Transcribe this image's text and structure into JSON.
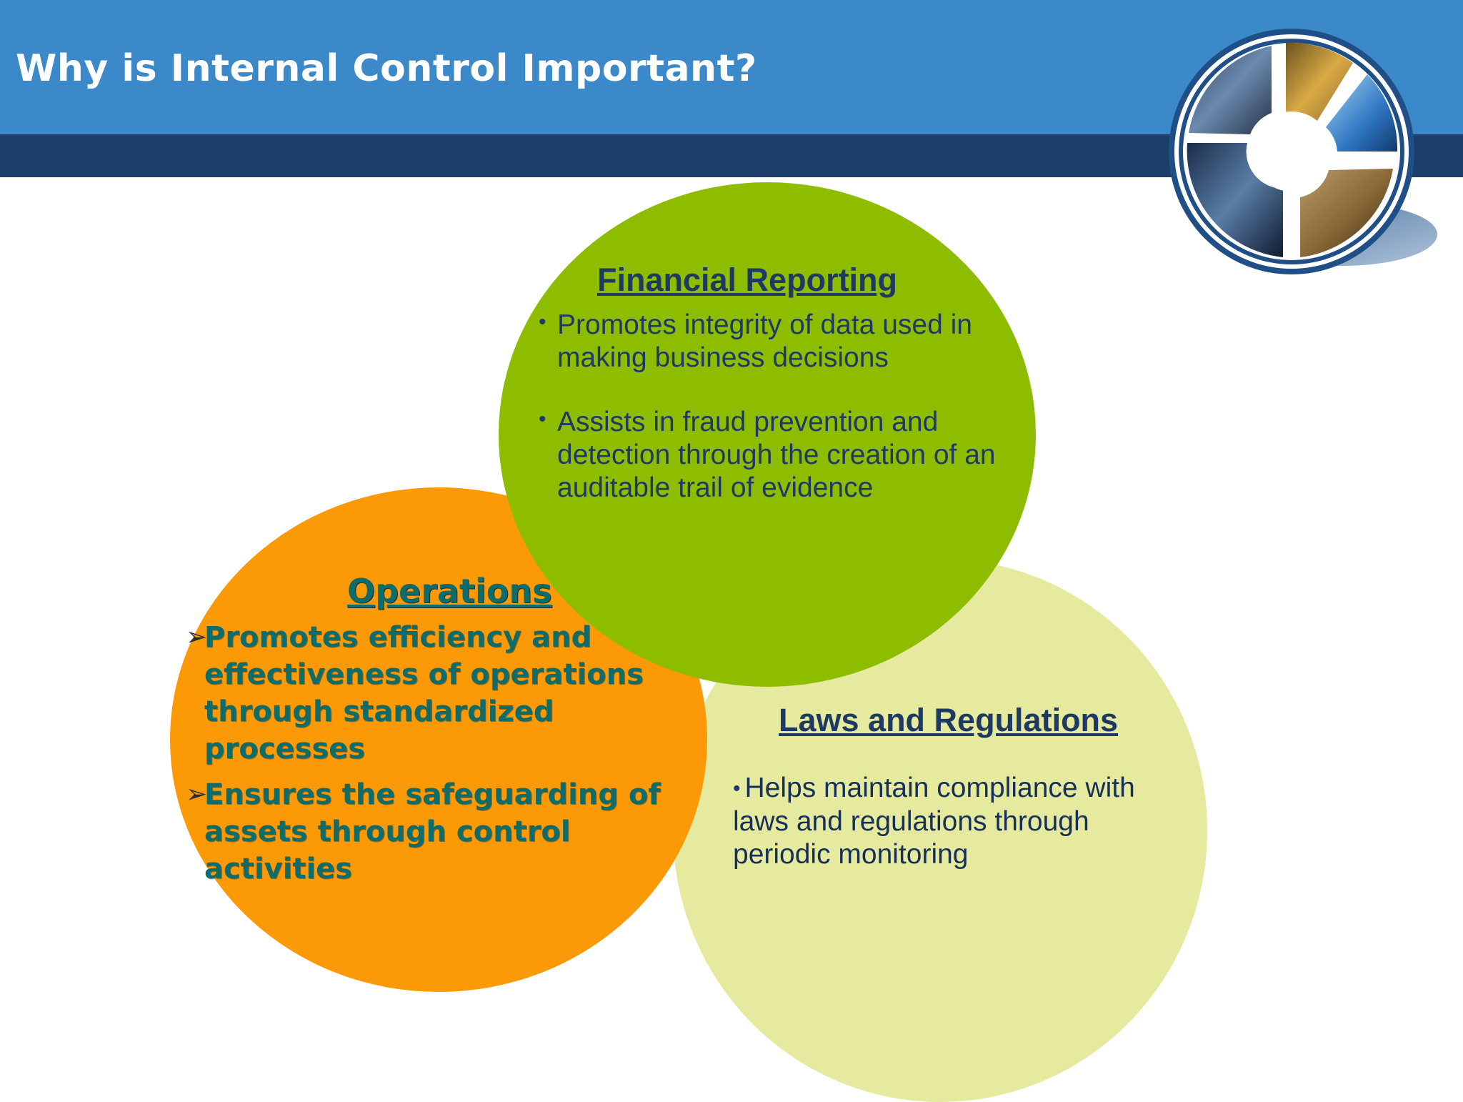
{
  "slide": {
    "title": "Why is Internal Control Important?"
  },
  "colors": {
    "header_light": "#3b89c8",
    "header_dark": "#1b3f68",
    "financial_circle": "#8ebd00",
    "operations_circle": "#fb9906",
    "laws_circle": "#e6ea9e"
  },
  "logo": {
    "icon": "photo-collage-logo-icon"
  },
  "financial_reporting": {
    "heading": "Financial Reporting",
    "bullets": [
      "Promotes integrity of data used in making business decisions",
      "Assists in fraud prevention and detection through the creation of an auditable trail of evidence"
    ]
  },
  "operations": {
    "heading": "Operations",
    "bullets": [
      "Promotes efficiency and effectiveness of operations through standardized processes",
      "Ensures the safeguarding of assets through control activities"
    ]
  },
  "laws_and_regulations": {
    "heading": "Laws and Regulations",
    "bullets": [
      "Helps maintain compliance with laws and regulations through periodic monitoring"
    ]
  }
}
